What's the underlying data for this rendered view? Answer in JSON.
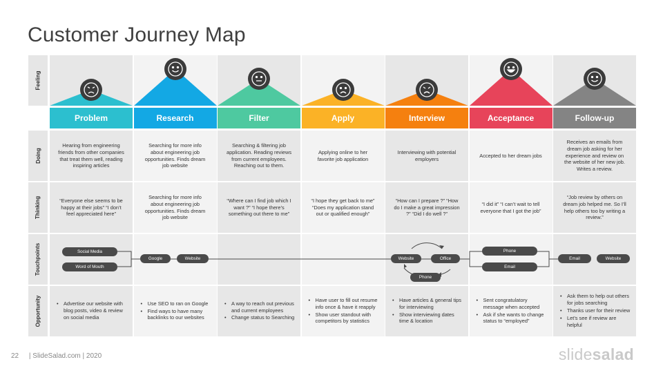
{
  "title": "Customer Journey Map",
  "row_labels": [
    "Feeling",
    "Doing",
    "Thinking",
    "Touchpoints",
    "Opportunity"
  ],
  "stages": [
    {
      "name": "Problem",
      "color": "#2cbfcf",
      "mood": "very-sad-face-icon",
      "doing": "Hearing from engineering friends from other companies that treat them well, reading inspiring articles",
      "thinking": "“Everyone else seems to be happy at their jobs” “I don’t feel appreciated here”",
      "opportunity": [
        "Advertise our website with blog posts, video & review on social media"
      ]
    },
    {
      "name": "Research",
      "color": "#13a8e4",
      "mood": "smile-face-icon",
      "doing": "Searching for more info about engineering job opportunities. Finds dream job website",
      "thinking": "Searching for more info about engineering job opportunities. Finds dream job website",
      "opportunity": [
        "Use SEO to ran on Google",
        "Find ways to have many backlinks to our websites"
      ]
    },
    {
      "name": "Filter",
      "color": "#4ec9a0",
      "mood": "neutral-face-icon",
      "doing": "Searching & filtering job application. Reading reviews from current employees. Reaching out to them.",
      "thinking": "“Where can I find job which I want ?” “I hope there’s something out there to me”",
      "opportunity": [
        "A way to reach out previous and current employees",
        "Change status to Searching"
      ]
    },
    {
      "name": "Apply",
      "color": "#fbb226",
      "mood": "sad-face-icon",
      "doing": "Applying online to her favorite job application",
      "thinking": "“I hope they get back to me” “Does my application stand out or qualified enough”",
      "opportunity": [
        "Have user to fill out resume info once & have it reapply",
        "Show user standout with competitors by statistics"
      ]
    },
    {
      "name": "Interview",
      "color": "#f5800f",
      "mood": "worried-face-icon",
      "doing": "Interviewing with potential employers",
      "thinking": "“How can I prepare ?” “How do I make a great impression ?” “Did I do well ?”",
      "opportunity": [
        "Have articles & general tips for interviewing",
        "Show interviewing dates time & location"
      ]
    },
    {
      "name": "Acceptance",
      "color": "#e7445a",
      "mood": "grin-face-icon",
      "doing": "Accepted to her dream jobs",
      "thinking": "“I did it” “I can’t wait to tell everyone that I got the job”",
      "opportunity": [
        "Sent congratulatory message when accepted",
        "Ask if she wants to change status to “employed”"
      ]
    },
    {
      "name": "Follow-up",
      "color": "#848484",
      "mood": "smile-face-icon",
      "doing": "Receives an emails from dream job asking for her experience and review on the website of her new job. Writes a review.",
      "thinking": "“Job review by others on dream job helped me. So I’ll help others too by writing a review.”",
      "opportunity": [
        "Ask them to help out others for jobs searching",
        "Thanks user for their review",
        "Let’s see if review are helpful"
      ]
    }
  ],
  "touchpoints": {
    "social_media": "Social Media",
    "word_of_mouth": "Word of Mouth",
    "google": "Google",
    "website_1": "Website",
    "website_2": "Website",
    "office": "Office",
    "phone_1": "Phone",
    "phone_2": "Phone",
    "email_1": "Email",
    "email_2": "Email",
    "website_3": "Website"
  },
  "footer": {
    "page": "22",
    "source": "| SlideSalad.com | 2020"
  },
  "logo": {
    "part1": "slide",
    "part2": "salad"
  }
}
